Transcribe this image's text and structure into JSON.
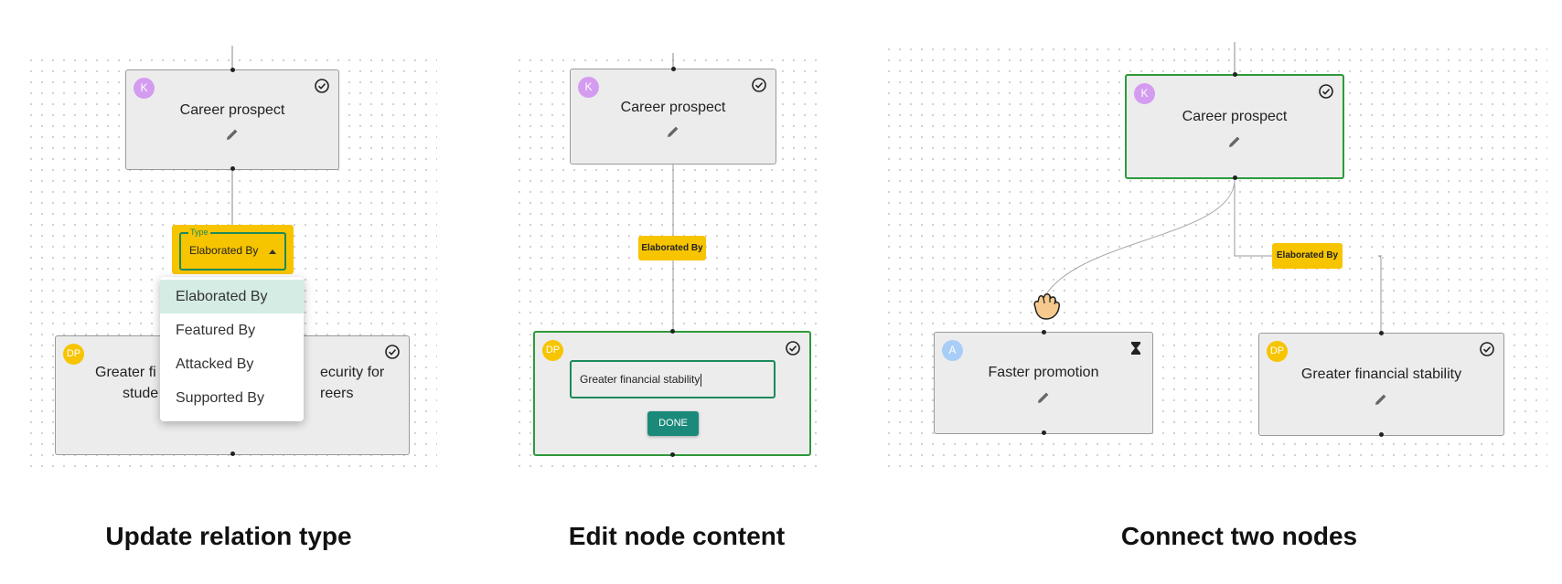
{
  "panels": {
    "update_relation": {
      "caption": "Update relation type",
      "top_node": {
        "avatar": "K",
        "title": "Career prospect",
        "status_icon": "check-circle-icon",
        "edit_icon": "pencil-icon"
      },
      "type_select": {
        "legend": "Type",
        "value": "Elaborated By"
      },
      "menu": [
        "Elaborated By",
        "Featured By",
        "Attacked By",
        "Supported By"
      ],
      "bottom_node": {
        "avatar": "DP",
        "title_line1_left": "Greater fi",
        "title_line1_right": "ecurity for",
        "title_line2_left": "stude",
        "title_line2_right": "reers",
        "status_icon": "check-circle-icon"
      }
    },
    "edit_content": {
      "caption": "Edit node content",
      "top_node": {
        "avatar": "K",
        "title": "Career prospect",
        "status_icon": "check-circle-icon",
        "edit_icon": "pencil-icon"
      },
      "relation": "Elaborated By",
      "bottom_node": {
        "avatar": "DP",
        "input_value": "Greater financial stability",
        "done_label": "DONE",
        "status_icon": "check-circle-icon"
      }
    },
    "connect_nodes": {
      "caption": "Connect two nodes",
      "top_node": {
        "avatar": "K",
        "title": "Career prospect",
        "status_icon": "check-circle-icon",
        "edit_icon": "pencil-icon"
      },
      "relation": "Elaborated By",
      "left_node": {
        "avatar": "A",
        "title": "Faster promotion",
        "status_icon": "hourglass-icon",
        "edit_icon": "pencil-icon"
      },
      "right_node": {
        "avatar": "DP",
        "title": "Greater financial stability",
        "status_icon": "check-circle-icon",
        "edit_icon": "pencil-icon"
      },
      "cursor_icon": "grab-hand-icon"
    }
  },
  "colors": {
    "relation_yellow": "#f7c400",
    "selected_green": "#2e9a3a",
    "field_teal": "#1b8a5a",
    "menu_highlight": "#d4ece4",
    "done_button": "#1b8a7a"
  }
}
